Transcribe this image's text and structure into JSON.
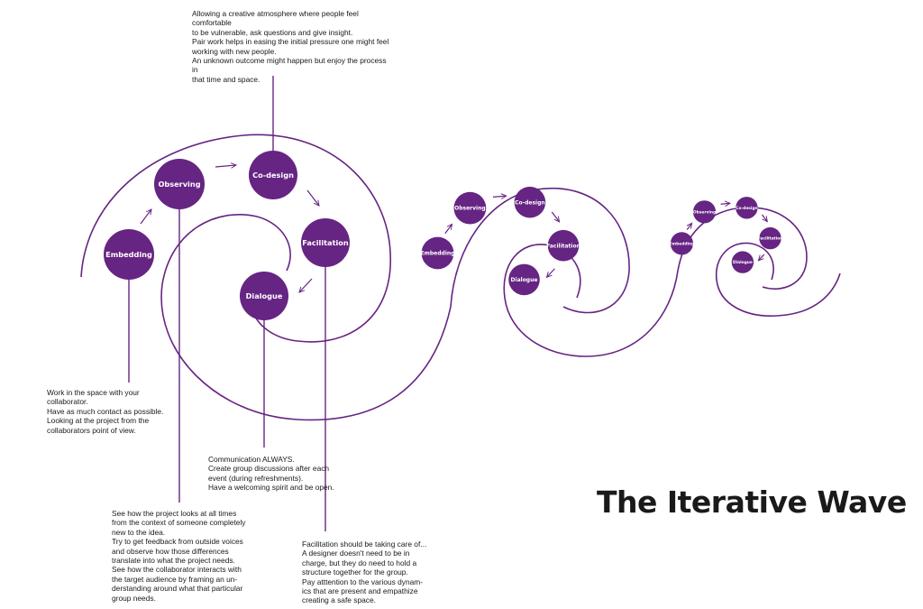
{
  "colors": {
    "accent": "#662483",
    "text": "#1a1a1a",
    "background": "#ffffff"
  },
  "title": "The Iterative Wave",
  "stages": [
    "Embedding",
    "Observing",
    "Co-design",
    "Facilitation",
    "Dialogue"
  ],
  "notes": {
    "co_design": [
      "Allowing a creative atmosphere where people feel comfortable",
      "to be vulnerable, ask questions and give insight.",
      "Pair work helps in easing the initial pressure one might feel",
      "working with new people.",
      "An unknown outcome might happen but enjoy the process in",
      "that time and space."
    ],
    "embedding": [
      "Work in the space with your",
      "collaborator.",
      "Have as much contact as possible.",
      "Looking at the project from the",
      "collaborators point of view."
    ],
    "dialogue": [
      "Communication ALWAYS.",
      "Create group discussions after each",
      "event (during refreshments).",
      "Have a welcoming spirit and be open."
    ],
    "observing": [
      "See how the project looks at all times",
      "from the context of someone completely",
      "new to the idea.",
      "Try to get feedback from outside voices",
      "and observe how those differences",
      "translate into what the project needs.",
      "See how the collaborator interacts with",
      "the target audience by framing an un-",
      "derstanding around what that particular",
      "group needs."
    ],
    "facilitation": [
      "Facilitation should be taking care of...",
      "A designer doesn't need to be in",
      "charge,  but they do need to hold a",
      "structure together for the group.",
      "Pay atttention to the various dynam-",
      "ics that are present and empathize",
      "creating a safe space."
    ]
  }
}
